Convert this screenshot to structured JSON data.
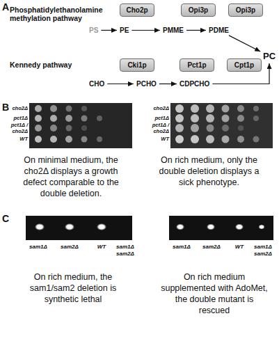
{
  "diagram": {
    "nodes": [
      {
        "text": [
          "Cho2p"
        ]
      },
      {
        "text": [
          "Opi3p"
        ]
      },
      {
        "text": [
          "Opi3p"
        ]
      },
      {
        "text": [
          "PS"
        ]
      },
      {
        "text": [
          "PE"
        ]
      },
      {
        "text": [
          "PMME"
        ]
      },
      {
        "text": [
          "PDME"
        ]
      },
      {
        "text": [
          "PC"
        ]
      },
      {
        "text": [
          "Cki1p"
        ]
      },
      {
        "text": [
          "Pct1p"
        ]
      },
      {
        "text": [
          "Cpt1p"
        ]
      },
      {
        "text": [
          "CHO"
        ]
      },
      {
        "text": [
          "PCHO"
        ]
      },
      {
        "text": [
          "CDPCHO"
        ]
      }
    ],
    "edges": [
      {
        "from": 3,
        "to": 4,
        "arrow": "to"
      },
      {
        "from": 4,
        "to": 5,
        "arrow": "to"
      },
      {
        "from": 5,
        "to": 6,
        "arrow": "to"
      },
      {
        "from": 6,
        "to": 7,
        "arrow": "to"
      },
      {
        "from": 11,
        "to": 12,
        "arrow": "to"
      },
      {
        "from": 12,
        "to": 13,
        "arrow": "to"
      },
      {
        "from": 13,
        "to": 7,
        "arrow": "to"
      }
    ],
    "labels": [
      "A",
      "Phosphatidylethanolamine methylation pathway",
      "Kennedy pathway",
      "B",
      "cho2Δ",
      "pct1Δ",
      "pct1Δ / cho2Δ",
      "WT",
      "cho2Δ",
      "pct1Δ",
      "pct1Δ / cho2Δ",
      "WT",
      "On minimal medium, the cho2Δ displays a growth defect comparable to the double deletion.",
      "On rich medium, only the double deletion displays a sick phenotype.",
      "C",
      "sam1Δ",
      "sam2Δ",
      "WT",
      "sam1Δ sam2Δ",
      "sam1Δ",
      "sam2Δ",
      "WT",
      "sam1Δ sam2Δ",
      "On rich medium, the sam1/sam2 deletion is synthetic lethal",
      "On rich medium supplemented with AdoMet, the double mutant is rescued"
    ]
  }
}
